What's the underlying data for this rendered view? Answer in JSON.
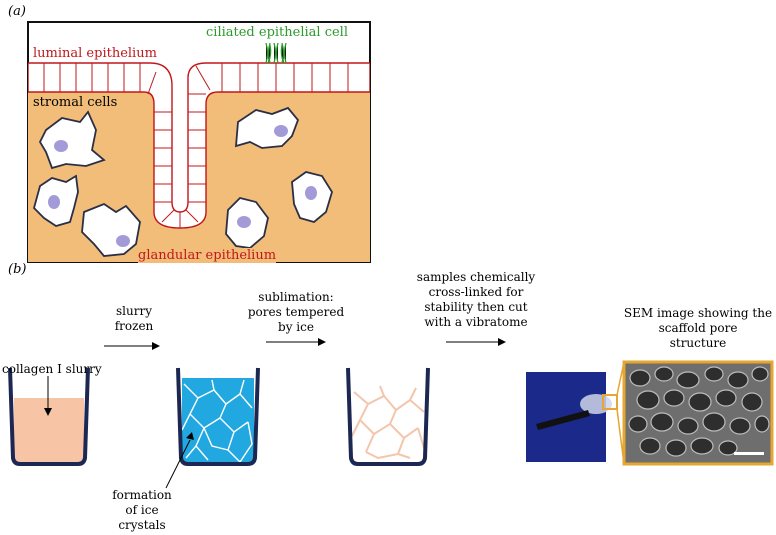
{
  "panel_a": {
    "label": "(a)",
    "labels": {
      "ciliated": "ciliated epithelial cell",
      "luminal": "luminal epithelium",
      "stromal": "stromal cells",
      "glandular": "glandular epithelium"
    },
    "colors": {
      "stroma": "#f2bd79",
      "epithelium_line": "#c0171b",
      "cilia": "#2a9a2a",
      "nucleus": "#a39bd8"
    }
  },
  "panel_b": {
    "label": "(b)",
    "steps": {
      "frozen": "slurry frozen",
      "sublimation": [
        "sublimation:",
        "pores tempered",
        "by ice"
      ],
      "crosslink": [
        "samples chemically",
        "cross-linked for",
        "stability then cut",
        "with a vibratome"
      ],
      "sem": [
        "SEM image showing the",
        "scaffold pore",
        "structure"
      ]
    },
    "slurry_label": "collagen I slurry",
    "ice_label": [
      "formation",
      "of ice",
      "crystals"
    ],
    "colors": {
      "slurry": "#f7c4a6",
      "ice": "#22a8e0",
      "pores": "#f3c6ac",
      "beaker": "#1c2752",
      "sem_border": "#e6a630",
      "photo_bg": "#1b2a8a"
    }
  }
}
